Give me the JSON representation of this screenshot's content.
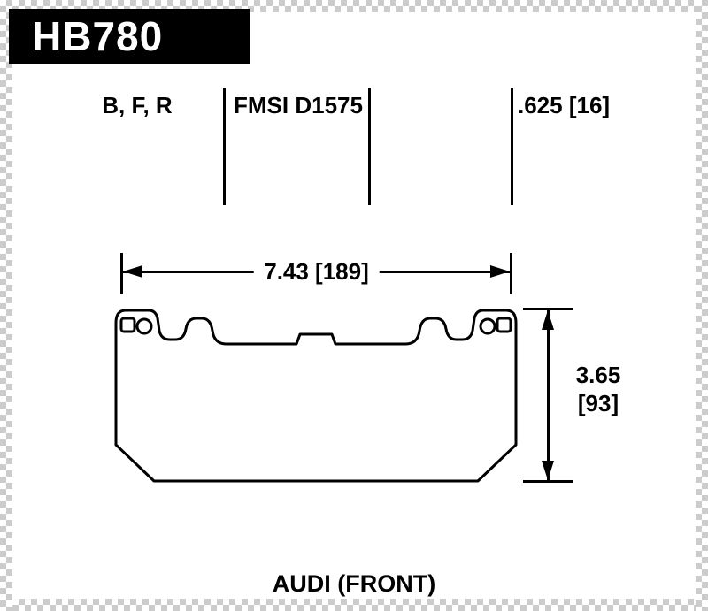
{
  "header": {
    "part_number": "HB780"
  },
  "specs": {
    "compounds": "B, F, R",
    "fmsi": "FMSI D1575",
    "thickness": ".625 [16]"
  },
  "dimensions": {
    "width": "7.43 [189]",
    "height_in": "3.65",
    "height_mm": "[93]"
  },
  "footer": {
    "application": "AUDI (FRONT)"
  },
  "drawing": {
    "description": "brake-pad-outline"
  },
  "colors": {
    "ink": "#000000",
    "background": "#ffffff",
    "checker": "#cccccc",
    "header_bg": "#000000",
    "header_text": "#ffffff"
  }
}
